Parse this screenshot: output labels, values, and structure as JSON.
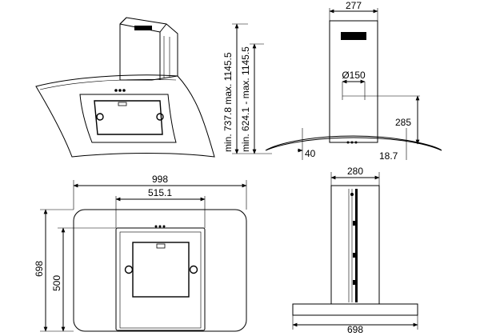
{
  "dimensions": {
    "top_chimney_width": "277",
    "duct_diameter": "Ø150",
    "height_range_front": "min. 737.8 max. 1145.5",
    "height_range_chimney": "min. 624.1 - max. 1145.5",
    "canopy_depth": "285",
    "side_offset_left": "40",
    "canopy_thickness": "18.7",
    "total_width": "998",
    "inner_panel_width": "515.1",
    "total_depth": "698",
    "inner_depth": "500",
    "chimney_width_bottom": "280",
    "base_width": "698"
  },
  "colors": {
    "line": "#000000",
    "background": "#ffffff"
  }
}
